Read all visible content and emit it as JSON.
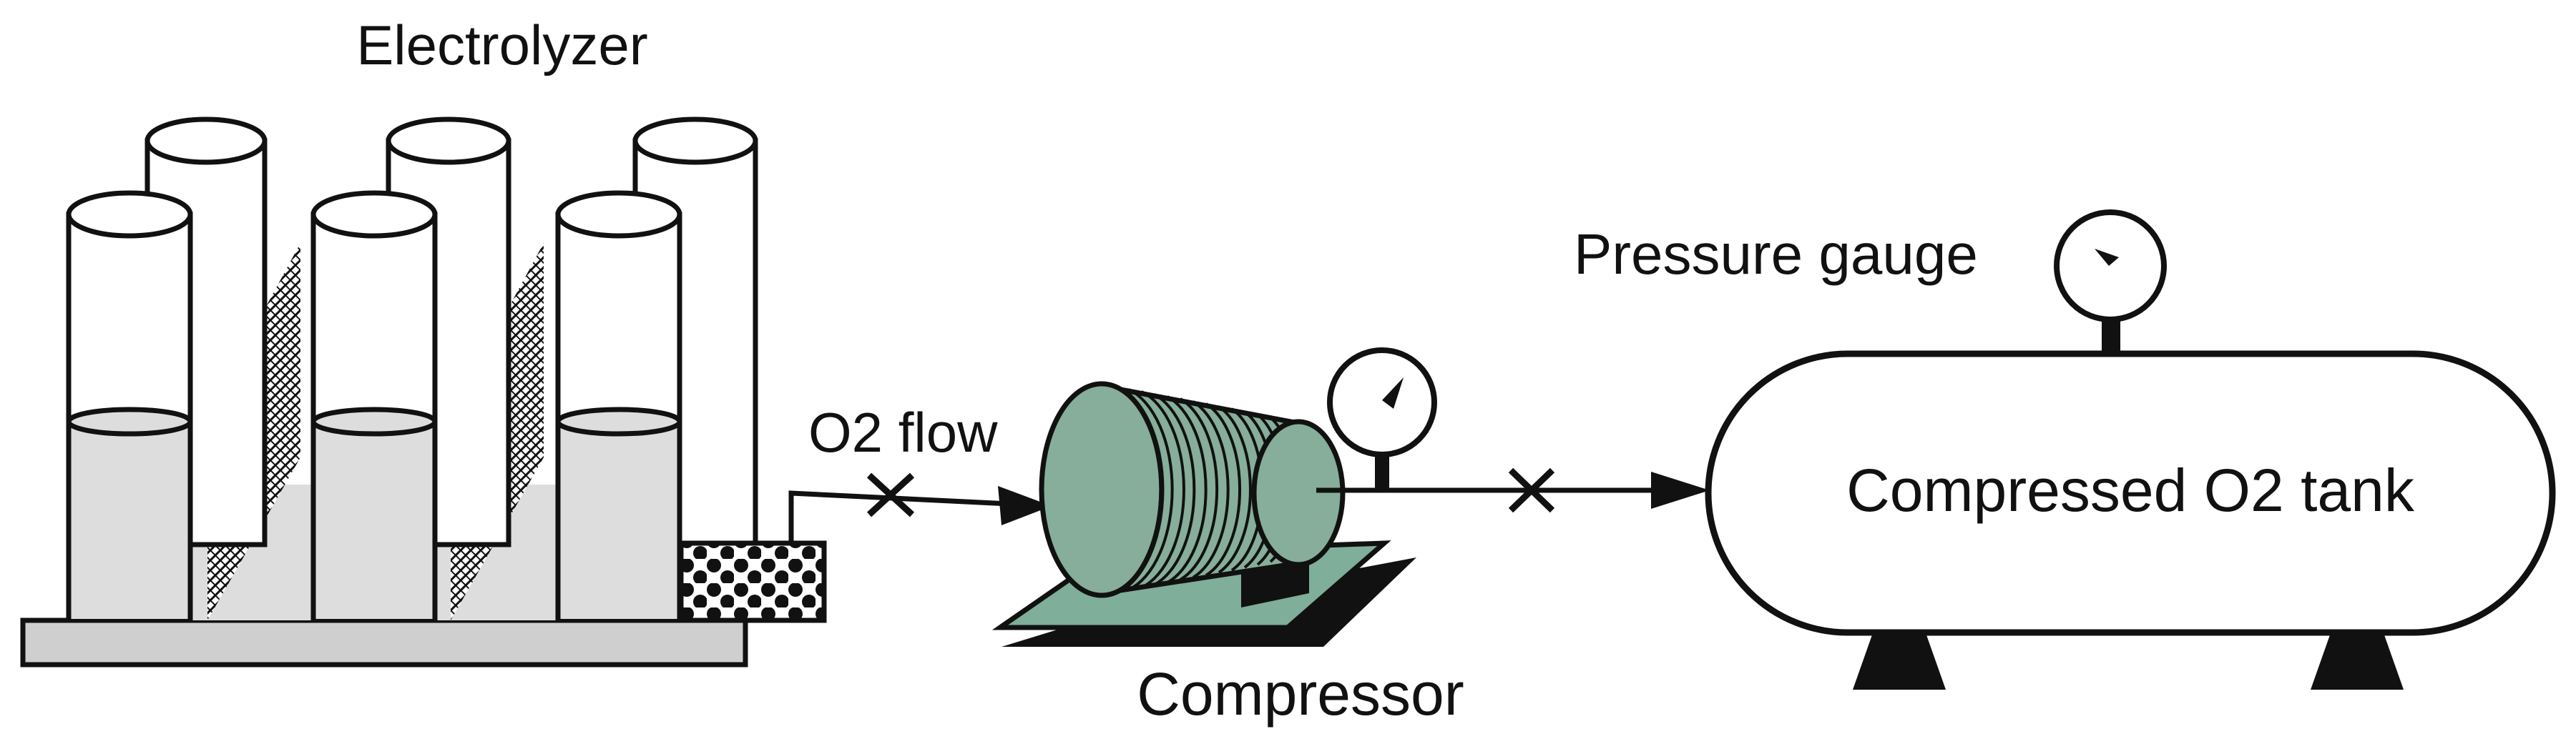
{
  "labels": {
    "electrolyzer": "Electrolyzer",
    "o2_flow": "O2 flow",
    "compressor": "Compressor",
    "pressure_gauge": "Pressure gauge",
    "tank": "Compressed O2 tank"
  },
  "colors": {
    "stroke": "#111111",
    "liquid": "#dddddd",
    "base": "#cfcfcf",
    "compressor_body": "#86ae9a",
    "compressor_base": "#7fae9a",
    "background": "#ffffff"
  },
  "icons": [
    "membrane-hatch",
    "porous-filter",
    "valve-x-icon",
    "gauge-icon",
    "flow-arrow-icon"
  ]
}
